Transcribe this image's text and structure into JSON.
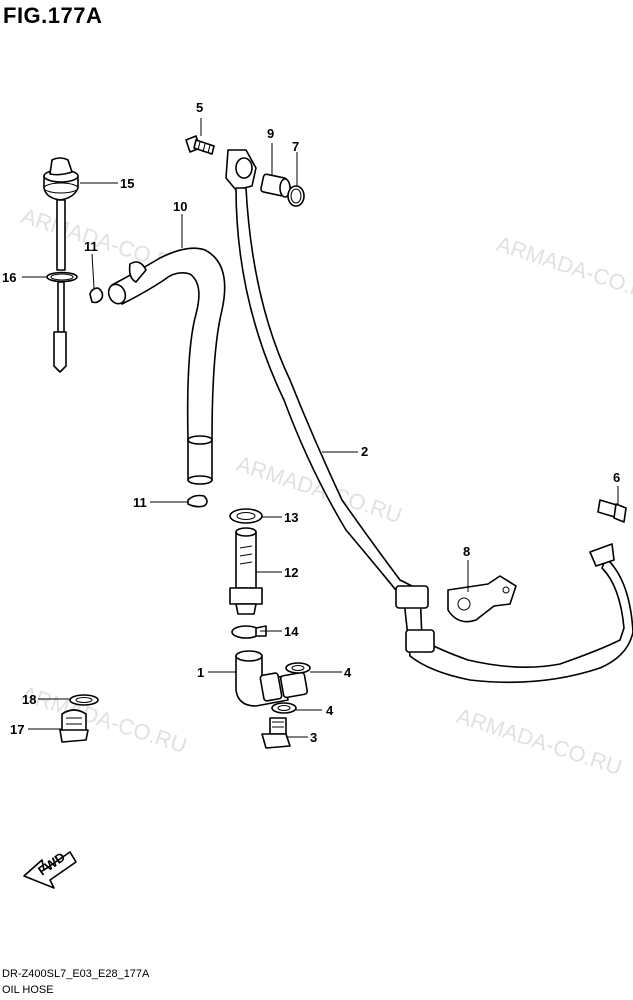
{
  "figure": {
    "title": "FIG.177A",
    "code": "DR-Z400SL7_E03_E28_177A",
    "name": "OIL HOSE"
  },
  "watermark": "ARMADA-CO.RU",
  "direction_arrow": "FWD",
  "callouts": [
    "1",
    "2",
    "3",
    "4",
    "4",
    "5",
    "6",
    "7",
    "8",
    "9",
    "10",
    "11",
    "11",
    "12",
    "13",
    "14",
    "15",
    "16",
    "17",
    "18"
  ]
}
